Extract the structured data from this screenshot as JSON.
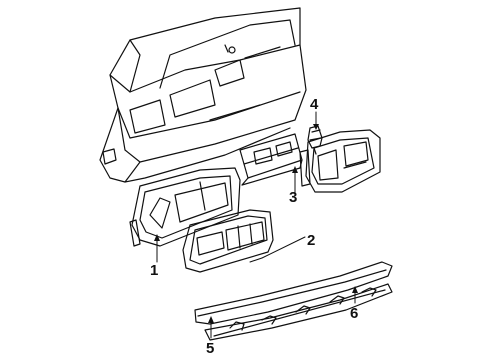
{
  "diagram": {
    "subject": "rear-body-tail-lamp-exploded-view",
    "callouts": [
      {
        "id": "c1",
        "label": "1",
        "part": "left-tail-lamp-lens"
      },
      {
        "id": "c2",
        "label": "2",
        "part": "center-lamp-panel"
      },
      {
        "id": "c3",
        "label": "3",
        "part": "license-lamp-bracket"
      },
      {
        "id": "c4",
        "label": "4",
        "part": "bulb-socket"
      },
      {
        "id": "c5",
        "label": "5",
        "part": "bumper-fascia"
      },
      {
        "id": "c6",
        "label": "6",
        "part": "energy-absorber"
      }
    ],
    "line_color": "#111111",
    "background": "#ffffff"
  }
}
